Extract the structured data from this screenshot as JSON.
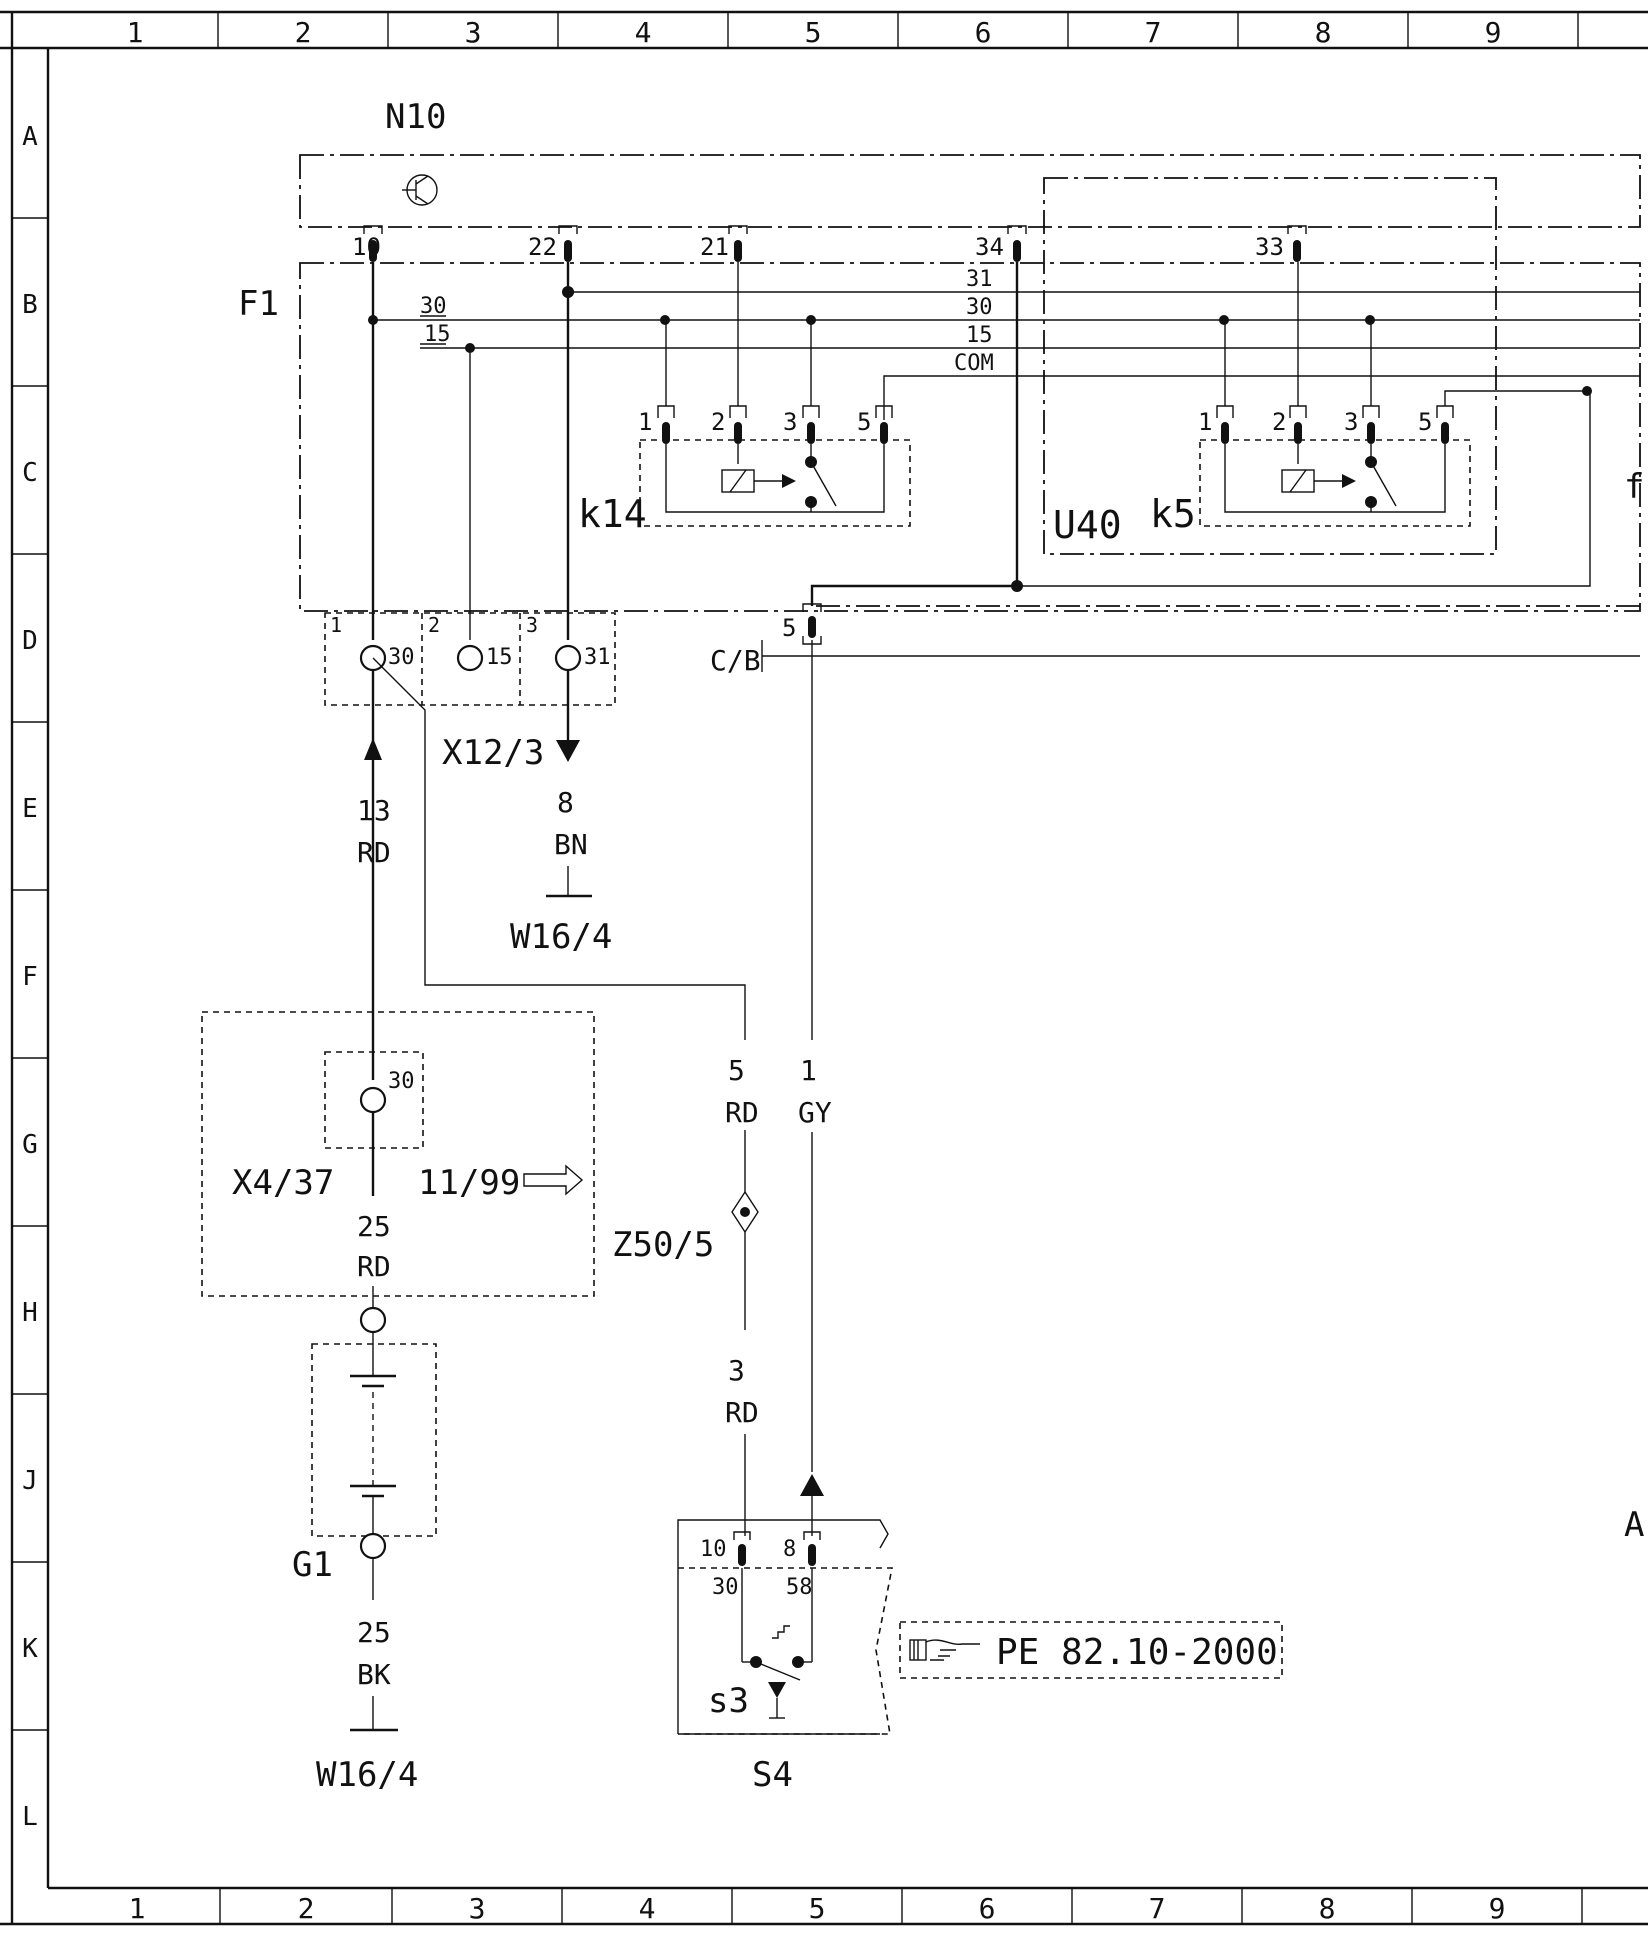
{
  "frame": {
    "columns": [
      "1",
      "2",
      "3",
      "4",
      "5",
      "6",
      "7",
      "8",
      "9"
    ],
    "rows": [
      "A",
      "B",
      "C",
      "D",
      "E",
      "F",
      "G",
      "H",
      "J",
      "K",
      "L"
    ]
  },
  "components": {
    "N10": "N10",
    "F1": "F1",
    "k14": "k14",
    "k5": "k5",
    "U40": "U40",
    "X12_3": "X12/3",
    "X4_37": "X4/37",
    "G1": "G1",
    "Z50_5": "Z50/5",
    "S4": "S4",
    "s3": "s3",
    "CB": "C/B",
    "edge_f": "f",
    "edge_A": "A"
  },
  "pins_n10": [
    "10",
    "22",
    "21",
    "34",
    "33"
  ],
  "bus_labels": [
    "31",
    "30",
    "15",
    "COM"
  ],
  "f1_left_labels": [
    "30",
    "15"
  ],
  "relay_pins": [
    "1",
    "2",
    "3",
    "5"
  ],
  "x12_3": {
    "cells": [
      "1",
      "2",
      "3"
    ],
    "terminals": [
      "30",
      "15",
      "31"
    ]
  },
  "connector_cb_pin": "5",
  "wires": {
    "w13": {
      "num": "13",
      "color": "RD"
    },
    "w8": {
      "num": "8",
      "color": "BN"
    },
    "w5": {
      "num": "5",
      "color": "RD"
    },
    "w1": {
      "num": "1",
      "color": "GY"
    },
    "w25a": {
      "num": "25",
      "color": "RD"
    },
    "w3": {
      "num": "3",
      "color": "RD"
    },
    "w25b": {
      "num": "25",
      "color": "BK"
    }
  },
  "grounds": {
    "g1": "W16/4",
    "g2": "W16/4"
  },
  "x4_37": {
    "terminal": "30",
    "note": "11/99"
  },
  "s4": {
    "pins": [
      "10",
      "8"
    ],
    "terminals": [
      "30",
      "58"
    ]
  },
  "reference": {
    "text": "PE 82.10-2000",
    "icon": "pointing-hand-icon"
  }
}
